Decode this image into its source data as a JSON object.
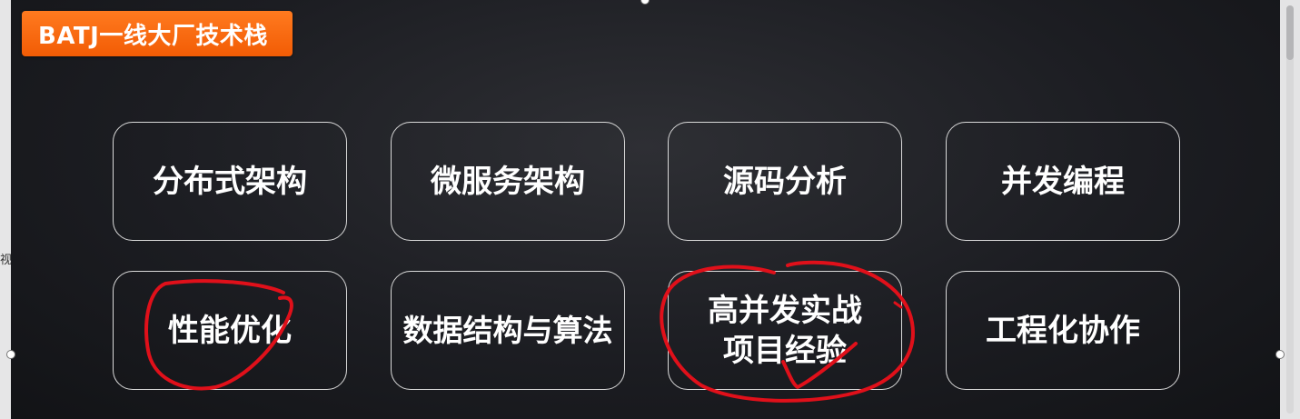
{
  "window": {
    "side_label": "视频"
  },
  "slide": {
    "title": "BATJ一线大厂技术栈",
    "cards": [
      {
        "label": "分布式架构"
      },
      {
        "label": "微服务架构"
      },
      {
        "label": "源码分析"
      },
      {
        "label": "并发编程"
      },
      {
        "label": "性能优化"
      },
      {
        "label": "数据结构与算法"
      },
      {
        "label": "高并发实战\n项目经验"
      },
      {
        "label": "工程化协作"
      }
    ],
    "annotation_color": "#e0101a",
    "title_color": "#f2640d"
  }
}
